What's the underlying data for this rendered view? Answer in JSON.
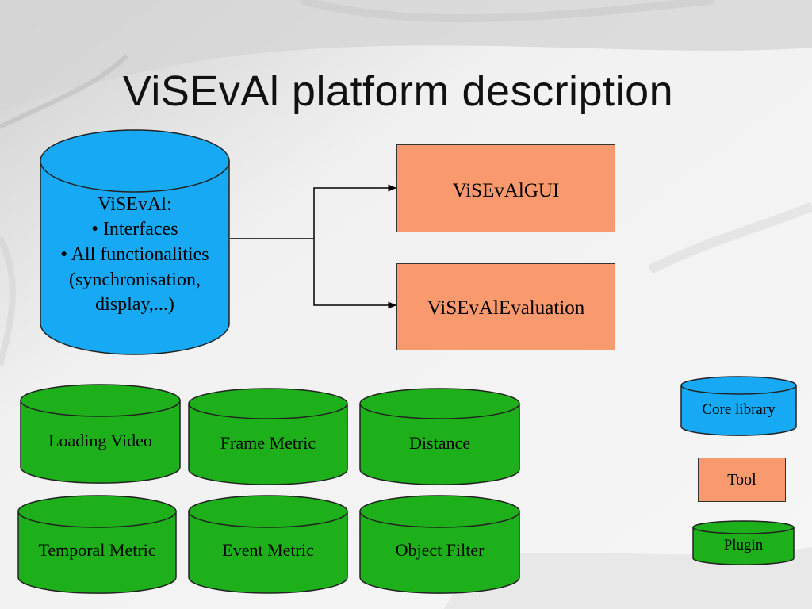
{
  "slide": {
    "title": "ViSEvAl platform description"
  },
  "colors": {
    "core": "#17a9f4",
    "tool": "#f99a6e",
    "plugin": "#1db01a",
    "outline": "#222222"
  },
  "main_library": {
    "lines": [
      "ViSEvAl:",
      "Interfaces",
      "All functionalities",
      "(synchronisation,",
      "display,...)"
    ],
    "bullet": "●"
  },
  "tools": [
    {
      "label": "ViSEvAlGUI"
    },
    {
      "label": "ViSEvAlEvaluation"
    }
  ],
  "plugins": [
    {
      "label": "Loading Video"
    },
    {
      "label": "Frame Metric"
    },
    {
      "label": "Distance"
    },
    {
      "label": "Temporal Metric"
    },
    {
      "label": "Event Metric"
    },
    {
      "label": "Object Filter"
    }
  ],
  "legend": {
    "core": "Core library",
    "tool": "Tool",
    "plugin": "Plugin"
  }
}
